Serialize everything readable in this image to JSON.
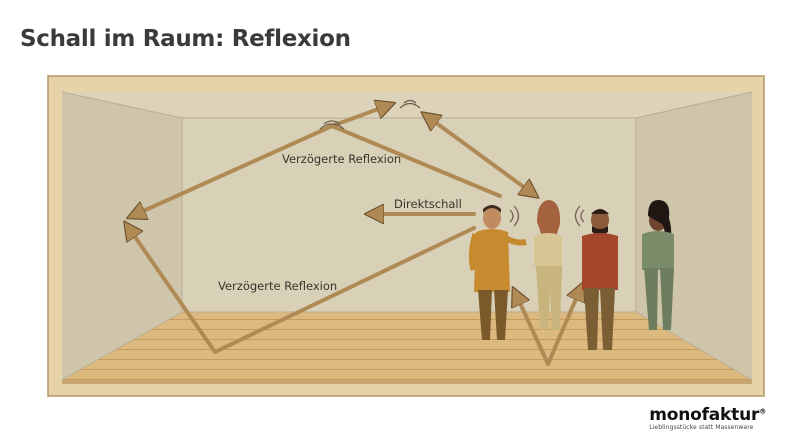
{
  "title": "Schall im Raum: Reflexion",
  "labels": {
    "reflection_top": "Verzögerte Reflexion",
    "direct_sound": "Direktschall",
    "reflection_bottom": "Verzögerte Reflexion"
  },
  "brand": {
    "name": "monofaktur",
    "registered": "®",
    "tagline": "Lieblingsstücke statt Massenware"
  },
  "colors": {
    "arrow": "#b08a55",
    "wall": "#d7ceb6",
    "floor": "#dcb97f",
    "wood_frame": "#e7d3a8"
  },
  "icons": [
    "sound-wave-icon"
  ]
}
